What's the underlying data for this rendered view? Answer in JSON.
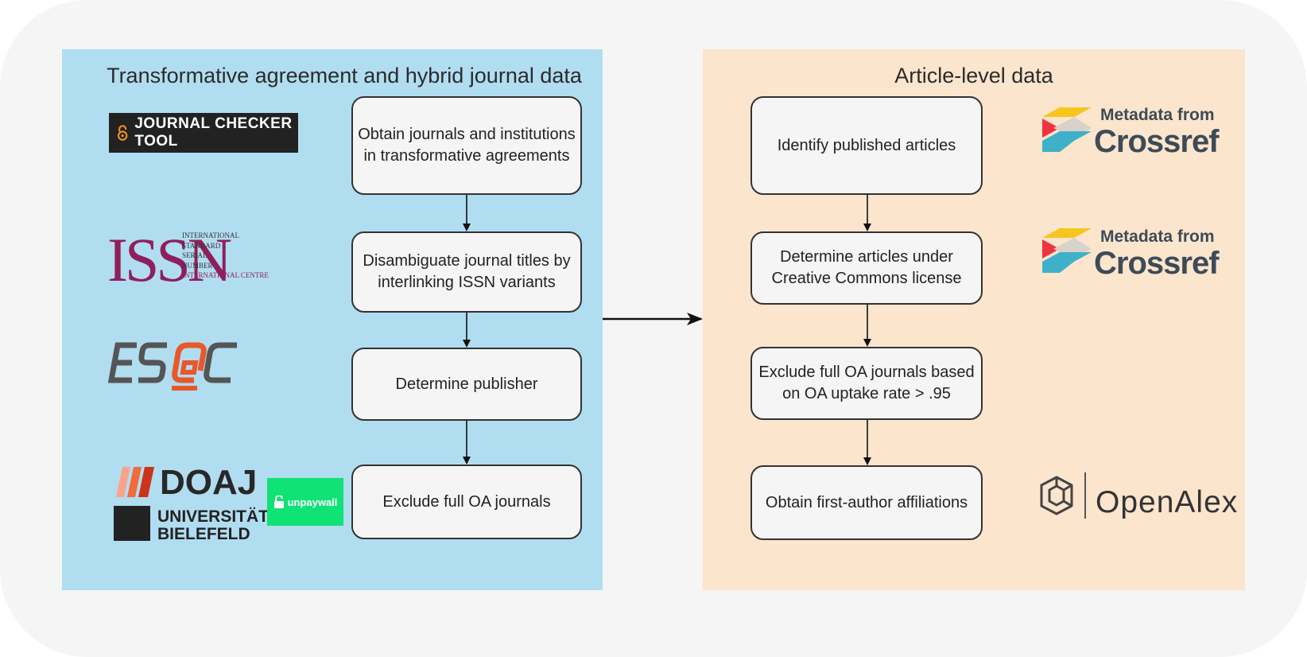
{
  "diagram": {
    "left_panel": {
      "title": "Transformative agreement and hybrid journal data",
      "steps": [
        "Obtain journals and institutions in transformative agreements",
        "Disambiguate journal titles by interlinking ISSN variants",
        "Determine publisher",
        "Exclude full OA journals"
      ],
      "colors": {
        "panel": "#b1ddf0",
        "box": "#f5f5f5"
      }
    },
    "right_panel": {
      "title": "Article-level data",
      "steps": [
        "Identify published articles",
        "Determine articles under Creative Commons license",
        "Exclude full OA journals based on OA uptake rate > .95",
        "Obtain first-author affiliations"
      ],
      "colors": {
        "panel": "#fce5cd",
        "box": "#f5f5f5"
      }
    },
    "logos": {
      "journal_checker_tool": "JOURNAL CHECKER TOOL",
      "issn": {
        "word": "ISSN",
        "lines": [
          "INTERNATIONAL",
          "STANDARD",
          "SERIAL",
          "NUMBER",
          "INTERNATIONAL CENTRE"
        ]
      },
      "esac": "ESAC",
      "doaj": "DOAJ",
      "bielefeld": [
        "UNIVERSITÄT",
        "BIELEFELD"
      ],
      "unpaywall": "unpaywall",
      "crossref_small": "Metadata from",
      "crossref_big": "Crossref",
      "openalex": "OpenAlex"
    }
  }
}
